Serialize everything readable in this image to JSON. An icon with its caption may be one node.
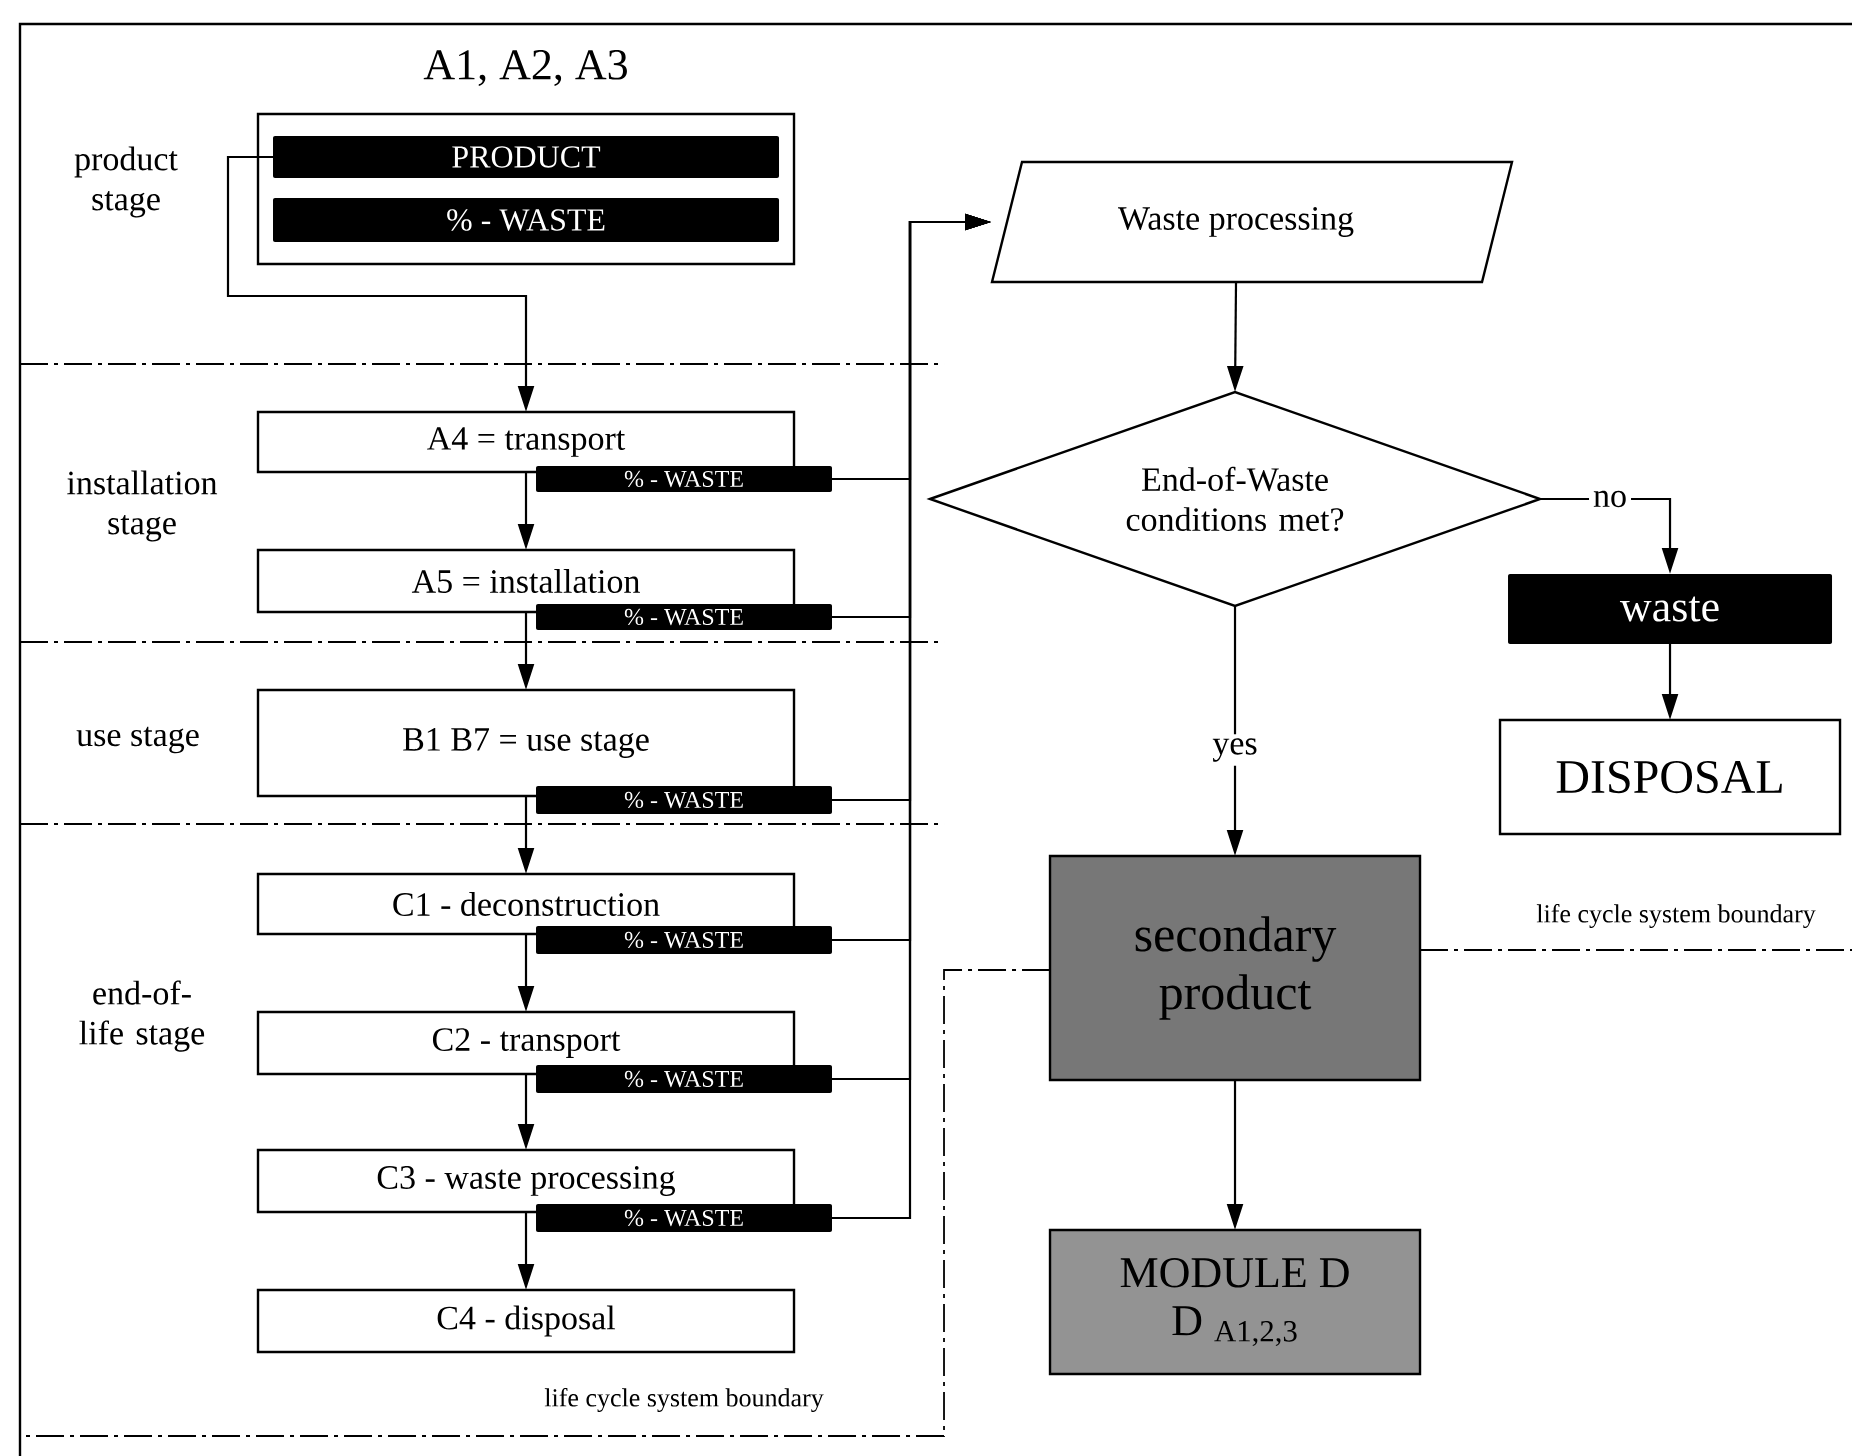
{
  "diagram": {
    "nodes": [
      {
        "text": [
          "A1, A2, A3"
        ]
      },
      {
        "text": [
          "PRODUCT"
        ],
        "in": 0
      },
      {
        "text": [
          "% - WASTE"
        ],
        "in": 0
      },
      {
        "text": [
          "A4 = transport"
        ]
      },
      {
        "text": [
          "% - WASTE"
        ]
      },
      {
        "text": [
          "A5 = installation"
        ]
      },
      {
        "text": [
          "% - WASTE"
        ]
      },
      {
        "text": [
          "B1 B7 = use stage"
        ]
      },
      {
        "text": [
          "% - WASTE"
        ]
      },
      {
        "text": [
          "C1 - deconstruction"
        ]
      },
      {
        "text": [
          "% - WASTE"
        ]
      },
      {
        "text": [
          "C2 - transport"
        ]
      },
      {
        "text": [
          "% - WASTE"
        ]
      },
      {
        "text": [
          "C3 - waste processing"
        ]
      },
      {
        "text": [
          "% - WASTE"
        ]
      },
      {
        "text": [
          "C4 - disposal"
        ]
      },
      {
        "text": [
          "Waste processing"
        ]
      },
      {
        "text": [
          "End-of-Waste conditions met?"
        ]
      },
      {
        "text": [
          "waste"
        ]
      },
      {
        "text": [
          "DISPOSAL"
        ]
      },
      {
        "text": [
          "secondary product"
        ]
      },
      {
        "text": [
          "MODULE D",
          "D $_{A1,2,3}$"
        ]
      }
    ],
    "edges": [
      {
        "from": 1,
        "to": 3,
        "arrow": "to"
      },
      {
        "from": 3,
        "to": 5,
        "arrow": "to"
      },
      {
        "from": 5,
        "to": 7,
        "arrow": "to"
      },
      {
        "from": 7,
        "to": 9,
        "arrow": "to"
      },
      {
        "from": 9,
        "to": 11,
        "arrow": "to"
      },
      {
        "from": 11,
        "to": 13,
        "arrow": "to"
      },
      {
        "from": 13,
        "to": 15,
        "arrow": "to"
      },
      {
        "from": 4,
        "to": 16,
        "arrow": "to"
      },
      {
        "from": 6,
        "to": 16,
        "arrow": "to"
      },
      {
        "from": 8,
        "to": 16,
        "arrow": "to"
      },
      {
        "from": 10,
        "to": 16,
        "arrow": "to"
      },
      {
        "from": 12,
        "to": 16,
        "arrow": "to"
      },
      {
        "from": 14,
        "to": 16,
        "arrow": "to"
      },
      {
        "from": 16,
        "to": 17,
        "arrow": "to"
      },
      {
        "from": 17,
        "to": 18,
        "arrow": "to",
        "label": "no"
      },
      {
        "from": 17,
        "to": 20,
        "arrow": "to",
        "label": "yes"
      },
      {
        "from": 18,
        "to": 19,
        "arrow": "to"
      },
      {
        "from": 20,
        "to": 21,
        "arrow": "to"
      }
    ],
    "labels": [
      "product stage",
      "installation stage",
      "use stage",
      "life cycle system boundary",
      "end-of-life stage",
      "life cycle system boundary"
    ]
  }
}
